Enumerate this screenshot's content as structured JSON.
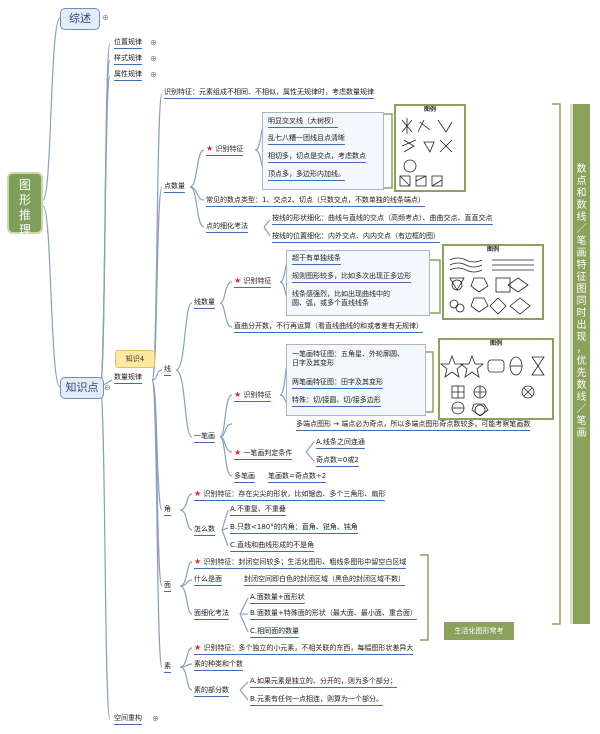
{
  "root": {
    "lines": [
      "图",
      "形",
      "推",
      "理"
    ]
  },
  "top_nodes": {
    "overview": "综述",
    "knowledge": "知识点"
  },
  "rules": [
    "位置规律",
    "样式规律",
    "属性规律"
  ],
  "knowledge_tag": "知识4",
  "quantity_rule": "数量规律",
  "identify_main": "识别特征：元素组成不相同、不相似，属性无规律时，考虑数量规律",
  "point": {
    "label": "点数量",
    "identify": "识别特征",
    "features": [
      "明显交叉线（大树杈）",
      "乱七八糟一团线且点清晰",
      "相切多，切点是交点，考虑数点",
      "顶点多，多边形内加线。"
    ],
    "common_types": "常见的数点类型：1、交点2、切点（只数交点，不数单独的线条端点）",
    "refine": "点的细化考法",
    "refine_items": [
      "按线的形状细化：曲线与直线的交点（高频考点）、曲曲交点、直直交点",
      "按线的位置细化：内外交点、内内交点（有边框的图）"
    ]
  },
  "line": {
    "label": "线",
    "count_label": "线数量",
    "identify": "识别特征",
    "features": [
      "超干有单独线条",
      "规则图形较多，比如多次出现正多边形",
      "线条感强烈，比如出现曲线中的\n圆、弧，或多个直线线条"
    ],
    "curve_note": "直曲分开数，不行再运算（看直线曲线的和或者差有无规律）",
    "stroke_label": "一笔画",
    "stroke_identify": "识别特征",
    "stroke_features": [
      "一笔画特征图：五角星、外轮廓圆、\n日字及其变形",
      "两笔画特征图：田字及其变形",
      "特殊：切/接圆、切/接多边形"
    ],
    "odd_note": "多端点图形 → 端点必为奇点，所以多端点图形奇点数较多，可能考察笔画数",
    "judge": "一笔画判定条件",
    "judge_items": [
      "A.线条之间连通",
      "奇点数=0或2"
    ],
    "multi": "多笔画",
    "multi_formula": "笔画数=奇点数÷2"
  },
  "angle": {
    "label": "角",
    "identify": "识别特征：存在尖尖的形状，比如锯齿、多个三角形、扇形",
    "how": "怎么数",
    "items": [
      "A.不重复、不重叠",
      "B.只数<180°的内角：直角、锐角、钝角",
      "C.直线和曲线形成的不是角"
    ]
  },
  "face": {
    "label": "面",
    "identify": "识别特征：封闭空间较多；生活化图形、粗线条图形中留空白区域",
    "what_label": "什么是面",
    "what": "封闭空间即白色的封闭区域（黑色的封闭区域不数）",
    "refine": "面细化考法",
    "items": [
      "A.面数量+面形状",
      "B.面数量+特殊面的形状（最大面、最小面、重合面）",
      "C.相同面的数量"
    ],
    "life_tag": "生活化图形常考"
  },
  "element": {
    "label": "素",
    "identify": "识别特征：多个独立的小元素，不相关联的东西，每幅图形状差异大",
    "kinds": "素的种类和个数",
    "parts": "素的部分数",
    "items": [
      "A.如果元素是独立的、分开的，则为多个部分；",
      "B.元素有任何一点相连，则算为一个部分。"
    ]
  },
  "space": "空间重构",
  "legend": "图例",
  "side_banner": "数点和数线／笔画特征图同时出现，优先数线／笔画"
}
